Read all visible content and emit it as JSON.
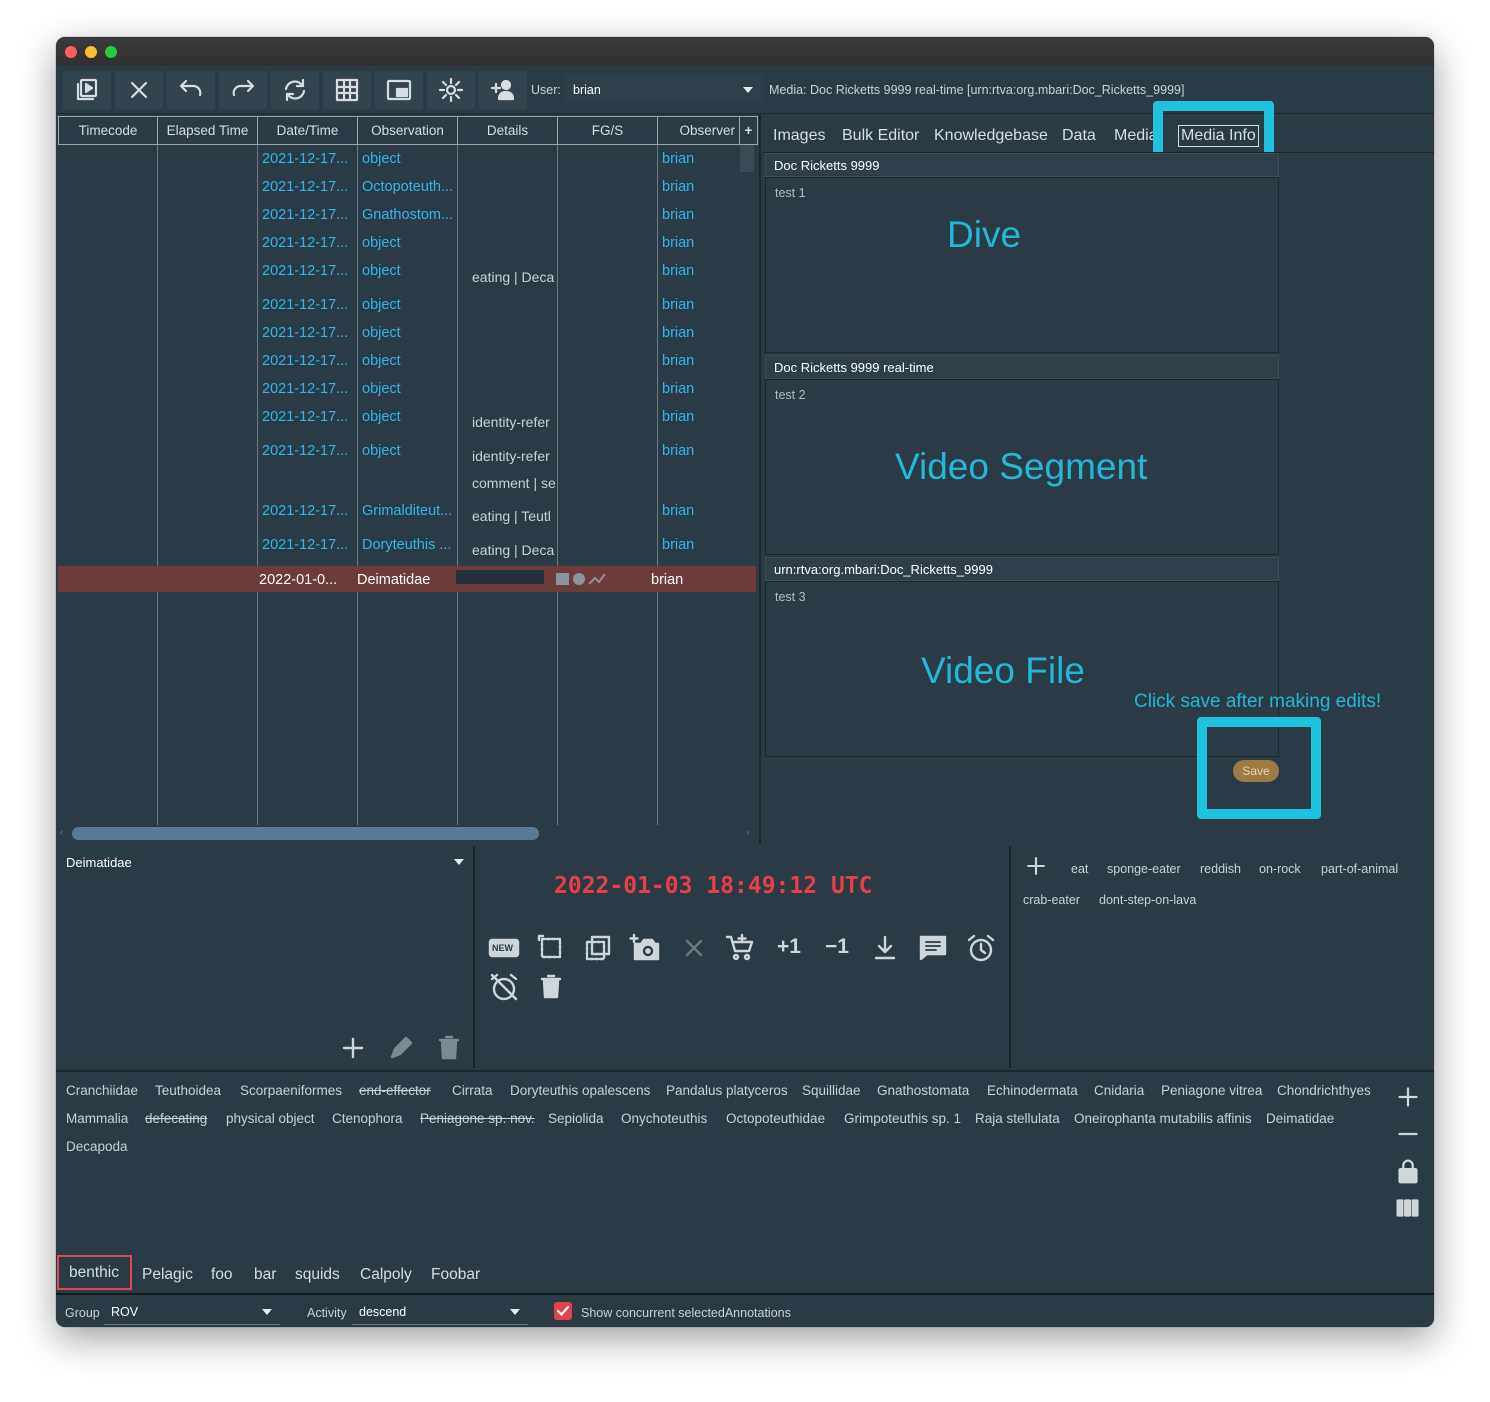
{
  "toolbar": {
    "user_label": "User:",
    "user_value": "brian",
    "media_label": "Media: Doc Ricketts 9999 real-time [urn:rtva:org.mbari:Doc_Ricketts_9999]"
  },
  "table": {
    "columns": [
      "Timecode",
      "Elapsed Time",
      "Date/Time",
      "Observation",
      "Details",
      "FG/S",
      "Observer"
    ],
    "add_column_label": "+",
    "rows": [
      {
        "datetime": "2021-12-17...",
        "observation": "object",
        "details": "",
        "observer": "brian"
      },
      {
        "datetime": "2021-12-17...",
        "observation": "Octopoteuth...",
        "details": "",
        "observer": "brian"
      },
      {
        "datetime": "2021-12-17...",
        "observation": "Gnathostom...",
        "details": "",
        "observer": "brian"
      },
      {
        "datetime": "2021-12-17...",
        "observation": "object",
        "details": "",
        "observer": "brian"
      },
      {
        "datetime": "2021-12-17...",
        "observation": "object",
        "details": "eating | Deca",
        "observer": "brian"
      },
      {
        "datetime": "2021-12-17...",
        "observation": "object",
        "details": "",
        "observer": "brian"
      },
      {
        "datetime": "2021-12-17...",
        "observation": "object",
        "details": "",
        "observer": "brian"
      },
      {
        "datetime": "2021-12-17...",
        "observation": "object",
        "details": "",
        "observer": "brian"
      },
      {
        "datetime": "2021-12-17...",
        "observation": "object",
        "details": "",
        "observer": "brian"
      },
      {
        "datetime": "2021-12-17...",
        "observation": "object",
        "details": "identity-refer",
        "observer": "brian"
      },
      {
        "datetime": "2021-12-17...",
        "observation": "object",
        "details": "identity-refer",
        "details2": "comment | se",
        "observer": "brian"
      },
      {
        "datetime": "2021-12-17...",
        "observation": "Grimalditeut...",
        "details": "eating | Teutl",
        "observer": "brian"
      },
      {
        "datetime": "2021-12-17...",
        "observation": "Doryteuthis ...",
        "details": "eating | Deca",
        "observer": "brian"
      }
    ],
    "selected": {
      "datetime": "2022-01-0...",
      "observation": "Deimatidae",
      "observer": "brian"
    }
  },
  "media_tabs": [
    "Images",
    "Bulk Editor",
    "Knowledgebase",
    "Data",
    "Media",
    "Media Info"
  ],
  "media_info": {
    "sections": [
      {
        "title": "Doc Ricketts 9999",
        "text": "test 1",
        "overlay": "Dive"
      },
      {
        "title": "Doc Ricketts 9999 real-time",
        "text": "test 2",
        "overlay": "Video Segment"
      },
      {
        "title": "urn:rtva:org.mbari:Doc_Ricketts_9999",
        "text": "test 3",
        "overlay": "Video File"
      }
    ],
    "save_hint": "Click save after making edits!",
    "save_label": "Save"
  },
  "concept_editor": {
    "value": "Deimatidae"
  },
  "timestamp": "2022-01-03 18:49:12 UTC",
  "controls": {
    "new_label": "NEW",
    "plus_one": "+1",
    "minus_one": "−1"
  },
  "details_chips": [
    "eat",
    "sponge-eater",
    "reddish",
    "on-rock",
    "part-of-animal",
    "crab-eater",
    "dont-step-on-lava"
  ],
  "concepts": [
    "Cranchiidae",
    "Teuthoidea",
    "Scorpaeniformes",
    "end-effector",
    "Cirrata",
    "Doryteuthis opalescens",
    "Pandalus platyceros",
    "Squillidae",
    "Gnathostomata",
    "Echinodermata",
    "Cnidaria",
    "Peniagone vitrea",
    "Chondrichthyes",
    "Mammalia",
    "defecating",
    "physical object",
    "Ctenophora",
    "Peniagone sp. nov.",
    "Sepiolida",
    "Onychoteuthis",
    "Octopoteuthidae",
    "Grimpoteuthis sp. 1",
    "Raja stellulata",
    "Oneirophanta mutabilis affinis",
    "Deimatidae",
    "Decapoda"
  ],
  "group_tabs": [
    "benthic",
    "Pelagic",
    "foo",
    "bar",
    "squids",
    "Calpoly",
    "Foobar"
  ],
  "status": {
    "group_label": "Group",
    "group_value": "ROV",
    "activity_label": "Activity",
    "activity_value": "descend",
    "concurrent_label": "Show concurrent selectedAnnotations"
  },
  "colors": {
    "accent": "#1fc3dd",
    "link": "#31b7ea",
    "timestamp": "#e8404a",
    "selected_row": "#6e3b3b"
  }
}
